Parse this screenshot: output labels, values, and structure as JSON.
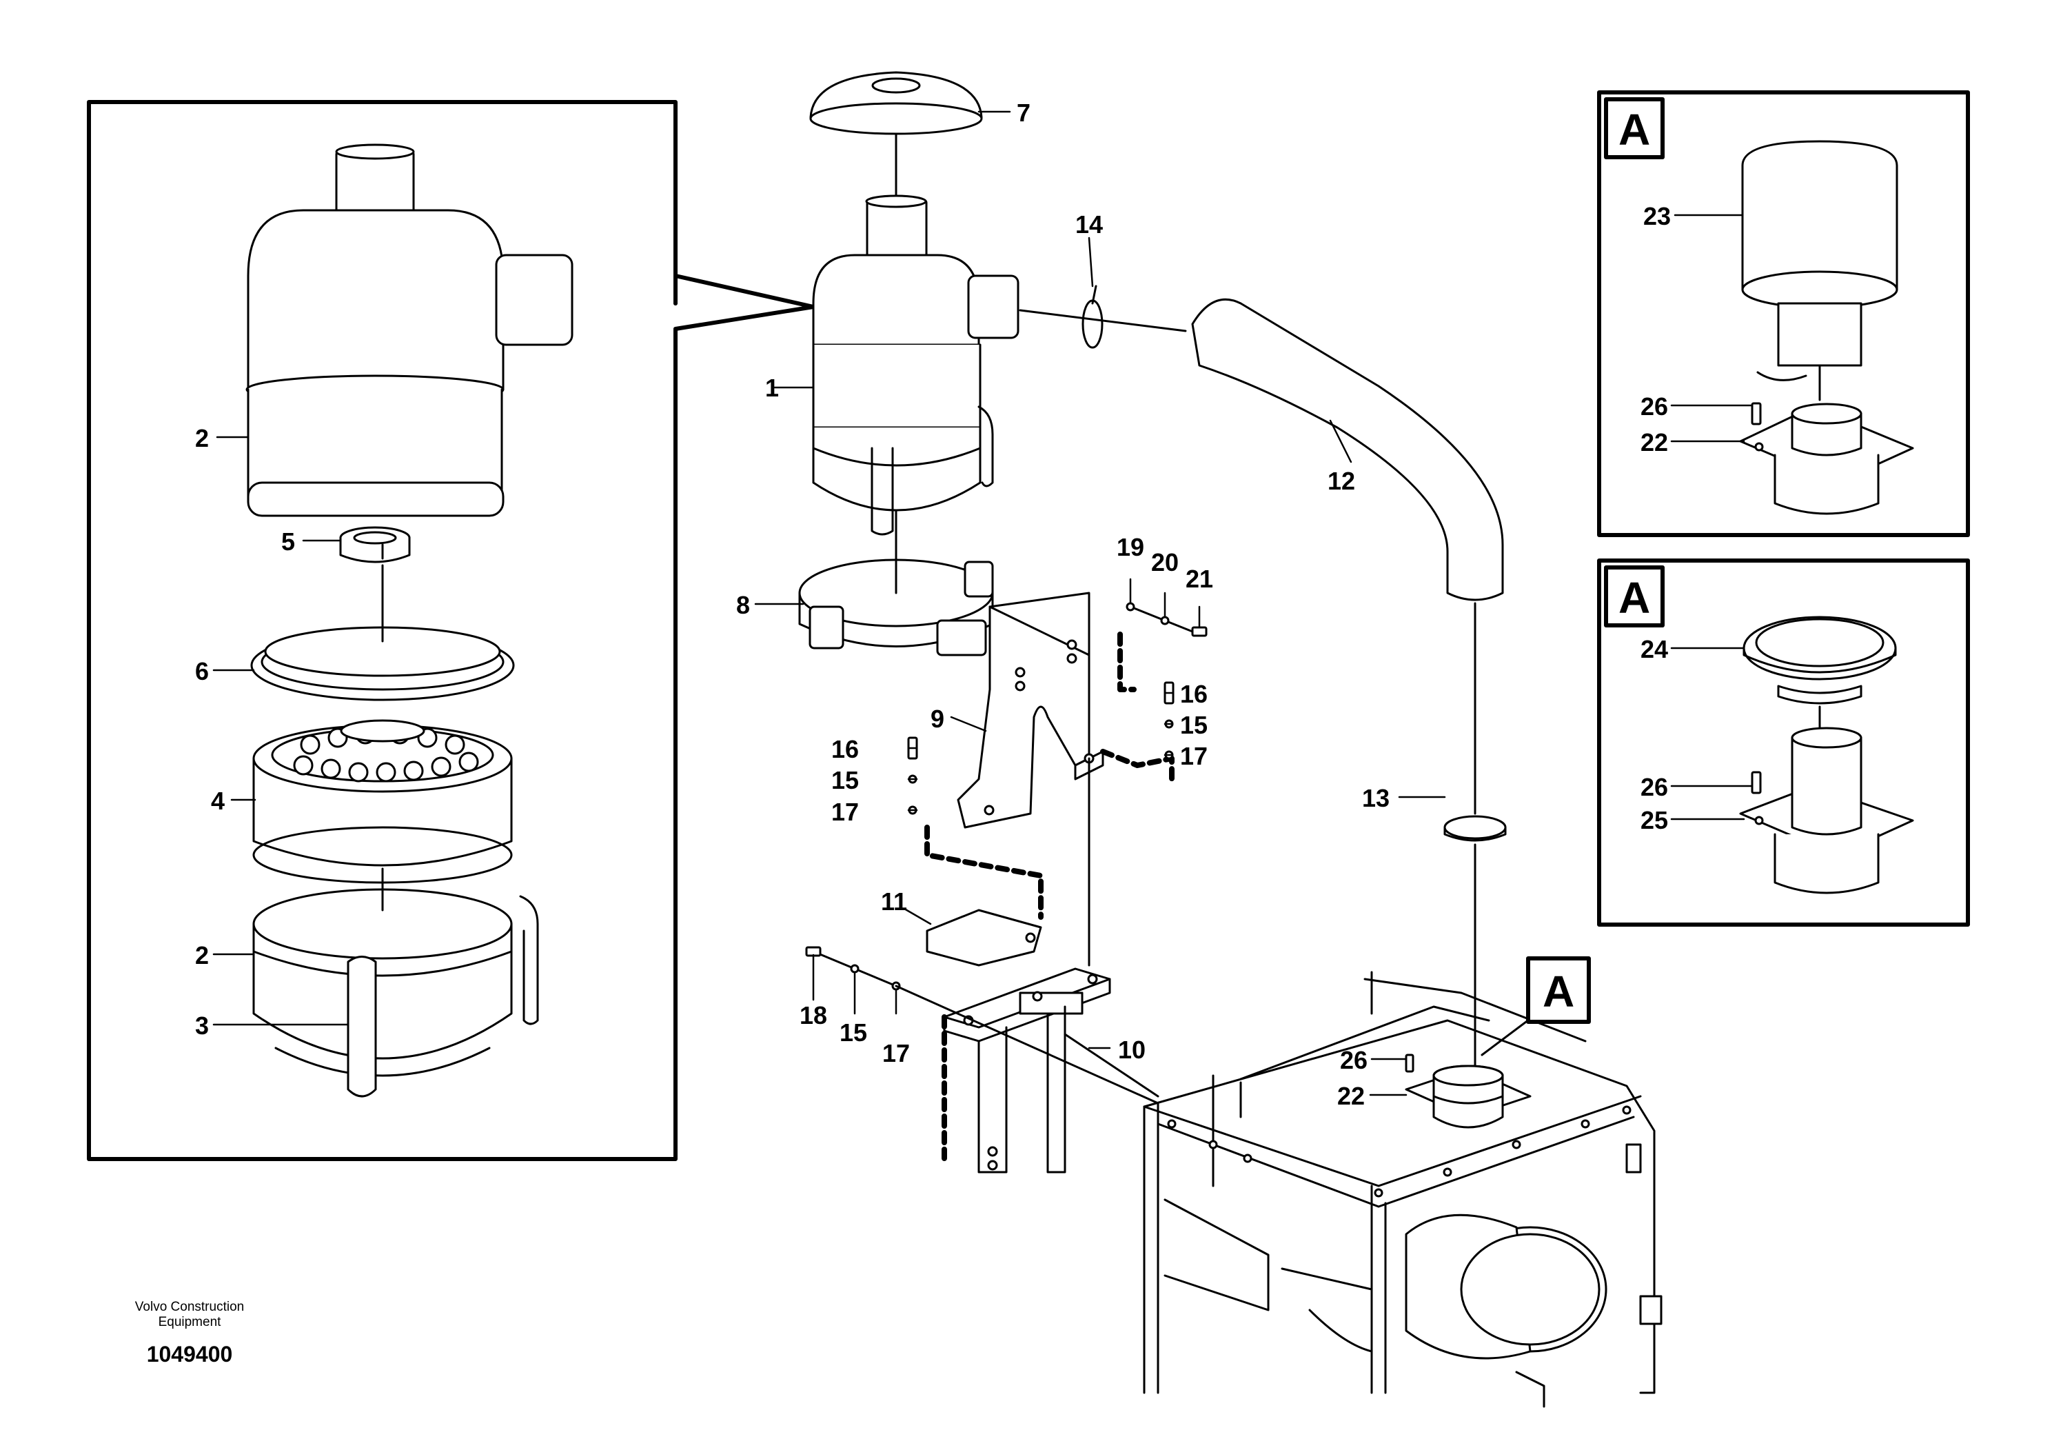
{
  "part_labels": [
    "1",
    "2",
    "2",
    "3",
    "4",
    "5",
    "6",
    "7",
    "8",
    "9",
    "10",
    "11",
    "12",
    "13",
    "14",
    "15",
    "15",
    "15",
    "16",
    "16",
    "17",
    "17",
    "17",
    "18",
    "19",
    "20",
    "21",
    "22",
    "22",
    "23",
    "24",
    "25",
    "26",
    "26",
    "26"
  ],
  "view_labels": {
    "detail_a_top": "A",
    "detail_a_bottom": "A",
    "callout_a": "A"
  },
  "credit": {
    "line1": "Volvo Construction",
    "line2": "Equipment"
  },
  "figure_number": "1049400",
  "colors": {
    "line": "#000000",
    "background": "#ffffff"
  }
}
